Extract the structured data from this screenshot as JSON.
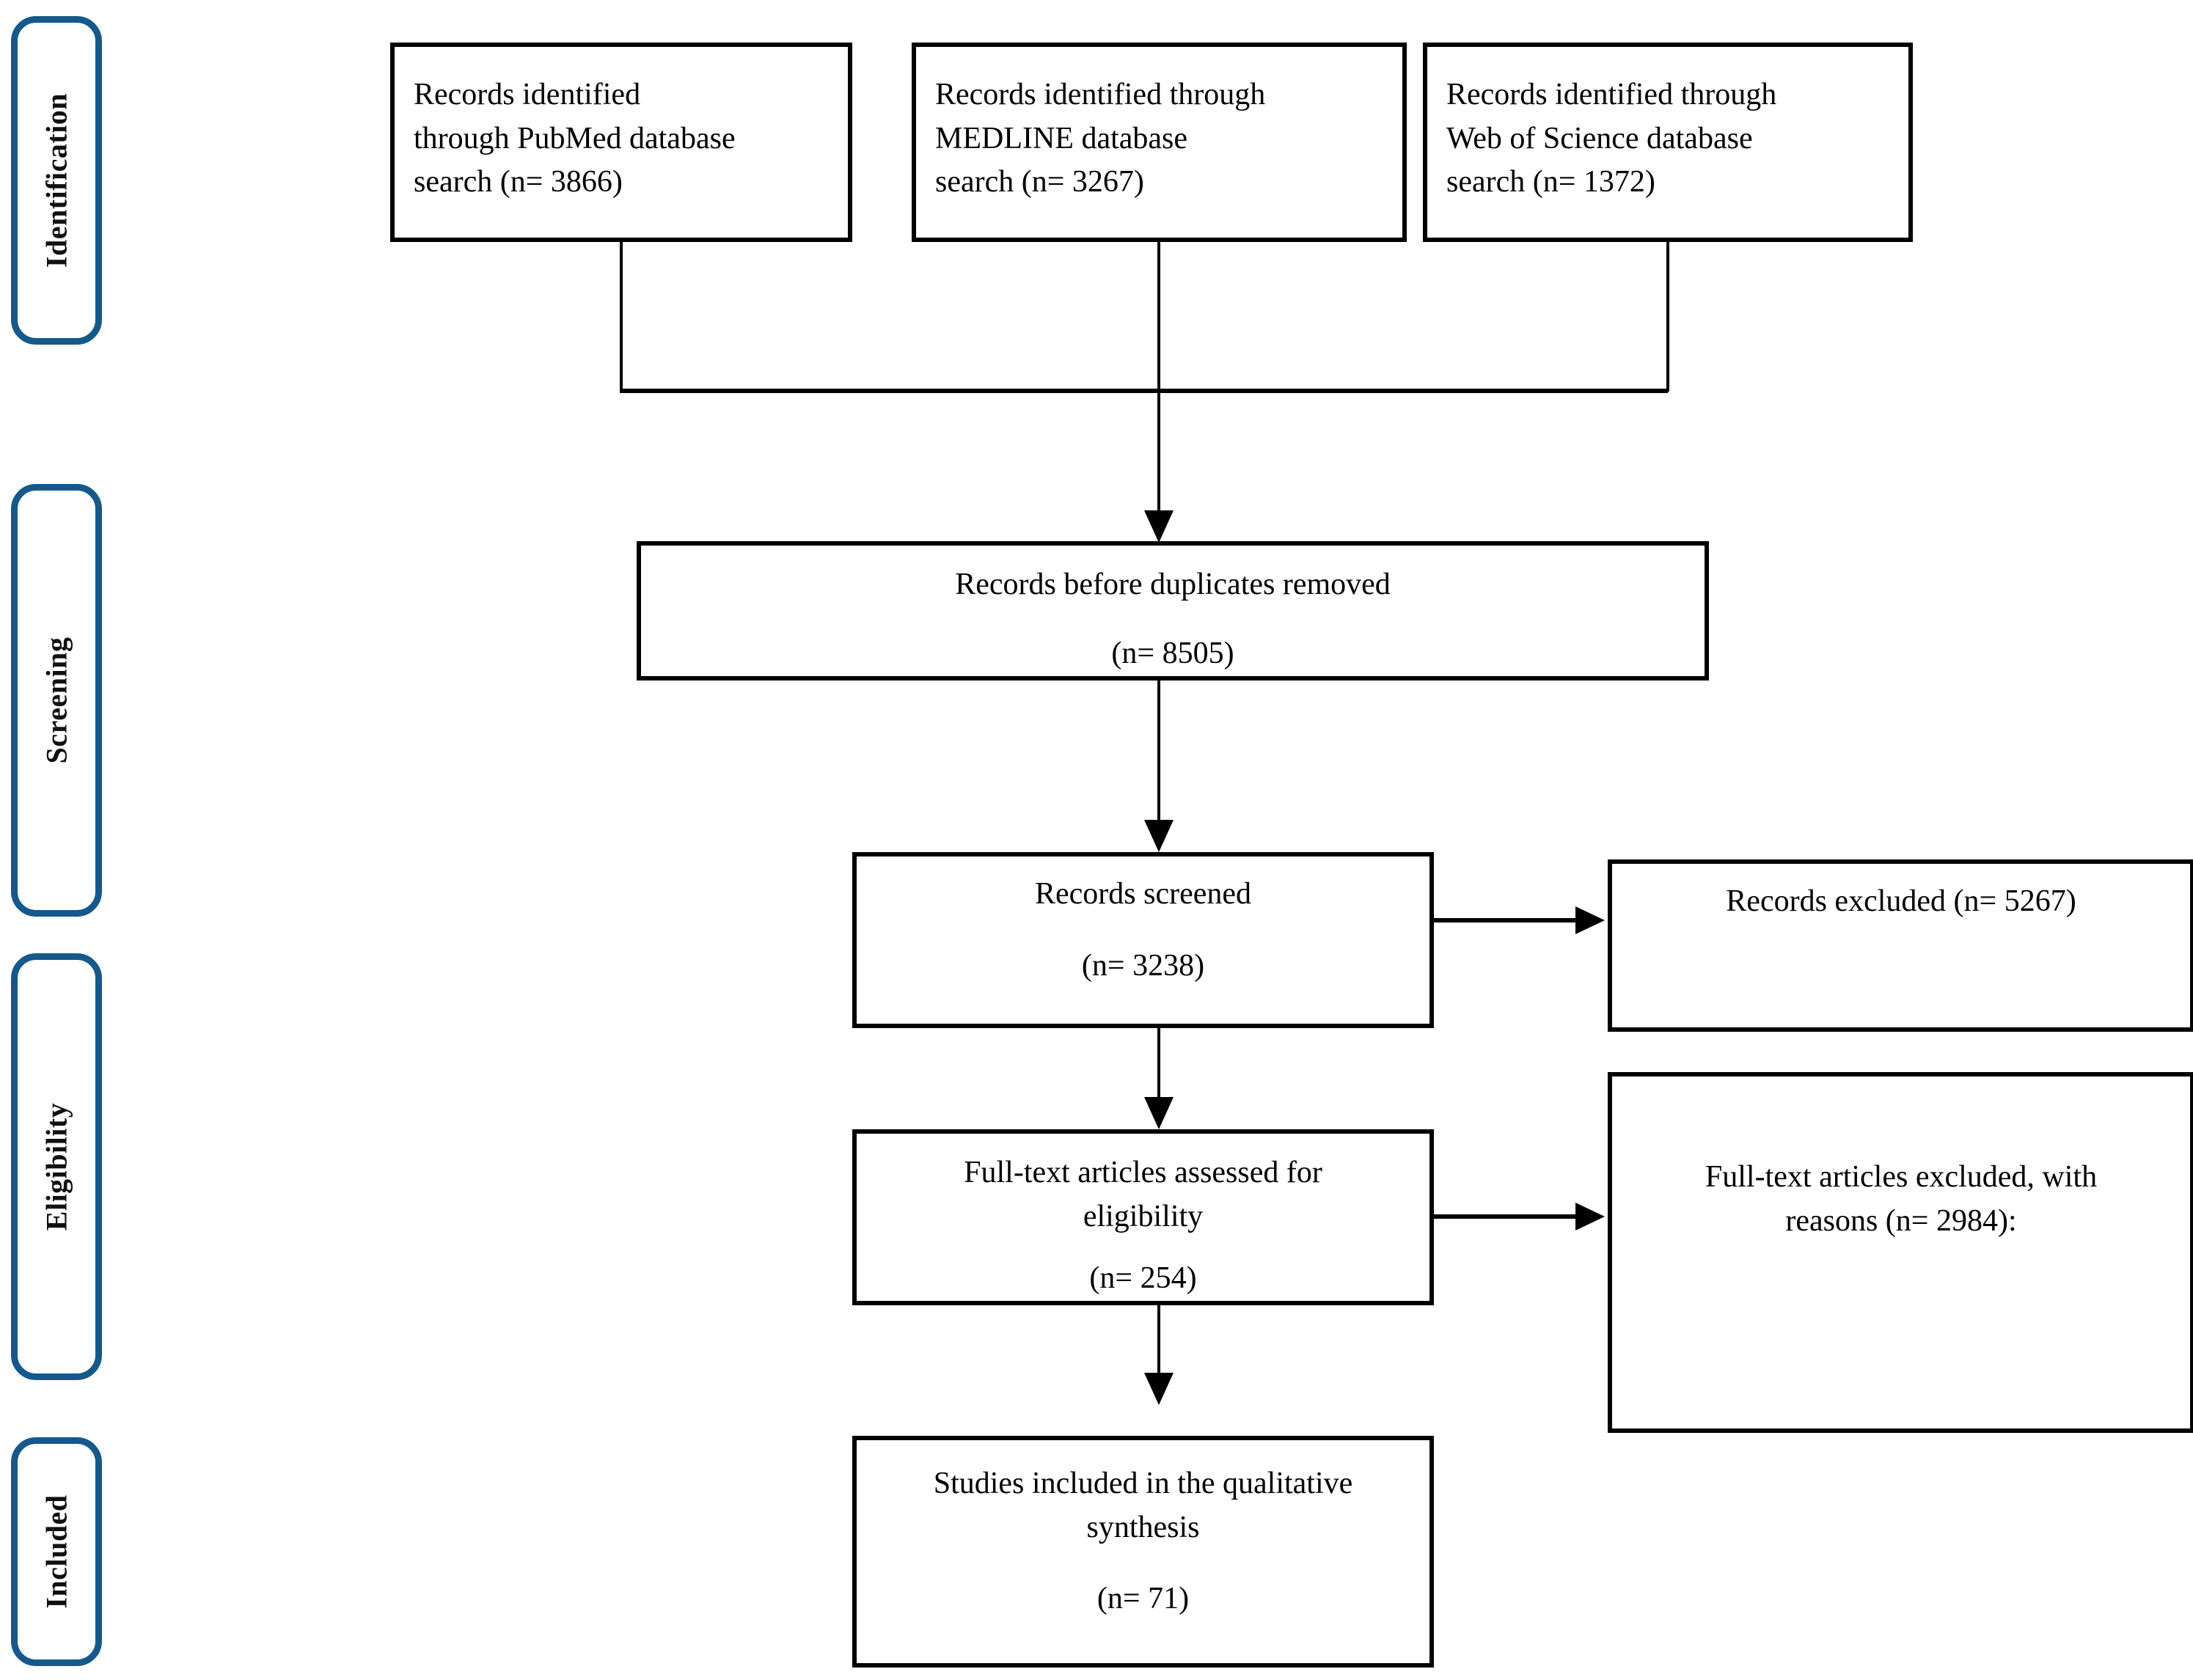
{
  "diagram": {
    "title": "PRISMA flow diagram",
    "accent_color": "#15598c",
    "line_color": "#000000",
    "background": "#ffffff"
  },
  "stages": [
    {
      "label": "Identification"
    },
    {
      "label": "Screening"
    },
    {
      "label": "Eligibility"
    },
    {
      "label": "Included"
    }
  ],
  "nodes": {
    "pubmed": {
      "line1": "Records identified",
      "line2": "through PubMed database",
      "line3": "search (n= 3866)",
      "count": 3866,
      "source": "PubMed"
    },
    "medline": {
      "line1": "Records identified through",
      "line2": "MEDLINE database",
      "line3": "search (n= 3267)",
      "count": 3267,
      "source": "MEDLINE"
    },
    "wos": {
      "line1": "Records identified through",
      "line2": "Web of Science database",
      "line3": "search (n= 1372)",
      "count": 1372,
      "source": "Web of Science"
    },
    "before_duplicates": {
      "line1": "Records before duplicates removed",
      "line2": "(n= 8505)",
      "count": 8505
    },
    "screened": {
      "line1": "Records screened",
      "line2": "(n= 3238)",
      "count": 3238
    },
    "records_excluded": {
      "line1": "Records excluded (n= 5267)",
      "count": 5267
    },
    "fulltext_assessed": {
      "line1": "Full-text articles assessed for",
      "line2": "eligibility",
      "line3": "(n= 254)",
      "count": 254
    },
    "fulltext_excluded": {
      "line1": "Full-text articles excluded, with",
      "line2": "reasons (n= 2984):",
      "count": 2984
    },
    "included": {
      "line1": "Studies included in the qualitative",
      "line2": "synthesis",
      "line3": "(n= 71)",
      "count": 71
    }
  }
}
